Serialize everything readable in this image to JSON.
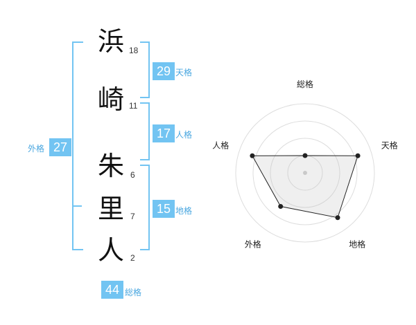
{
  "characters": [
    {
      "char": "浜",
      "strokes": "18"
    },
    {
      "char": "崎",
      "strokes": "11"
    },
    {
      "char": "朱",
      "strokes": "6"
    },
    {
      "char": "里",
      "strokes": "7"
    },
    {
      "char": "人",
      "strokes": "2"
    }
  ],
  "kaku": {
    "tenkaku": {
      "value": "29",
      "label": "天格"
    },
    "jinkaku": {
      "value": "17",
      "label": "人格"
    },
    "chikaku": {
      "value": "15",
      "label": "地格"
    },
    "gaikaku": {
      "value": "27",
      "label": "外格"
    },
    "soukaku": {
      "value": "44",
      "label": "総格"
    }
  },
  "accent_color": "#72c4f2",
  "chart_data": {
    "type": "radar",
    "axes": [
      "総格",
      "天格",
      "地格",
      "外格",
      "人格"
    ],
    "values": [
      0.25,
      0.8,
      0.8,
      0.6,
      0.8
    ],
    "max": 1,
    "rings": 4
  }
}
